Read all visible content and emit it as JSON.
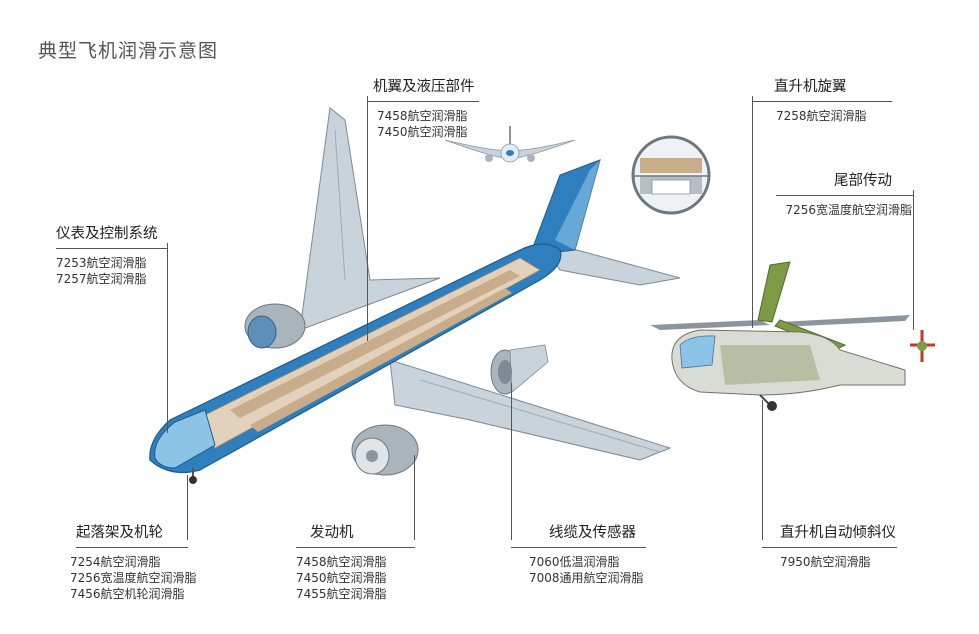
{
  "title": "典型飞机润滑示意图",
  "colors": {
    "fuselage_blue": "#2f7fbf",
    "fuselage_light": "#8cc4e8",
    "wing_gray": "#c9d3db",
    "engine_gray": "#aab4bd",
    "cabin_tan": "#c9ad8a",
    "heli_green": "#7d9a44",
    "heli_gray": "#d9dcd4",
    "line": "#555555"
  },
  "groups": {
    "instrument": {
      "heading": "仪表及控制系统",
      "items": [
        "7253航空润滑脂",
        "7257航空润滑脂"
      ]
    },
    "wing": {
      "heading": "机翼及液压部件",
      "items": [
        "7458航空润滑脂",
        "7450航空润滑脂"
      ]
    },
    "rotor": {
      "heading": "直升机旋翼",
      "items": [
        "7258航空润滑脂"
      ]
    },
    "tail": {
      "heading": "尾部传动",
      "items": [
        "7256宽温度航空润滑脂"
      ]
    },
    "landing": {
      "heading": "起落架及机轮",
      "items": [
        "7254航空润滑脂",
        "7256宽温度航空润滑脂",
        "7456航空机轮润滑脂"
      ]
    },
    "engine": {
      "heading": "发动机",
      "items": [
        "7458航空润滑脂",
        "7450航空润滑脂",
        "7455航空润滑脂"
      ]
    },
    "cable": {
      "heading": "线缆及传感器",
      "items": [
        "7060低温润滑脂",
        "7008通用航空润滑脂"
      ]
    },
    "swash": {
      "heading": "直升机自动倾斜仪",
      "items": [
        "7950航空润滑脂"
      ]
    }
  },
  "icons": [
    "airliner-cutaway-icon",
    "airliner-front-view-icon",
    "fuselage-cross-section-icon",
    "jet-engine-icon",
    "helicopter-cutaway-icon"
  ]
}
